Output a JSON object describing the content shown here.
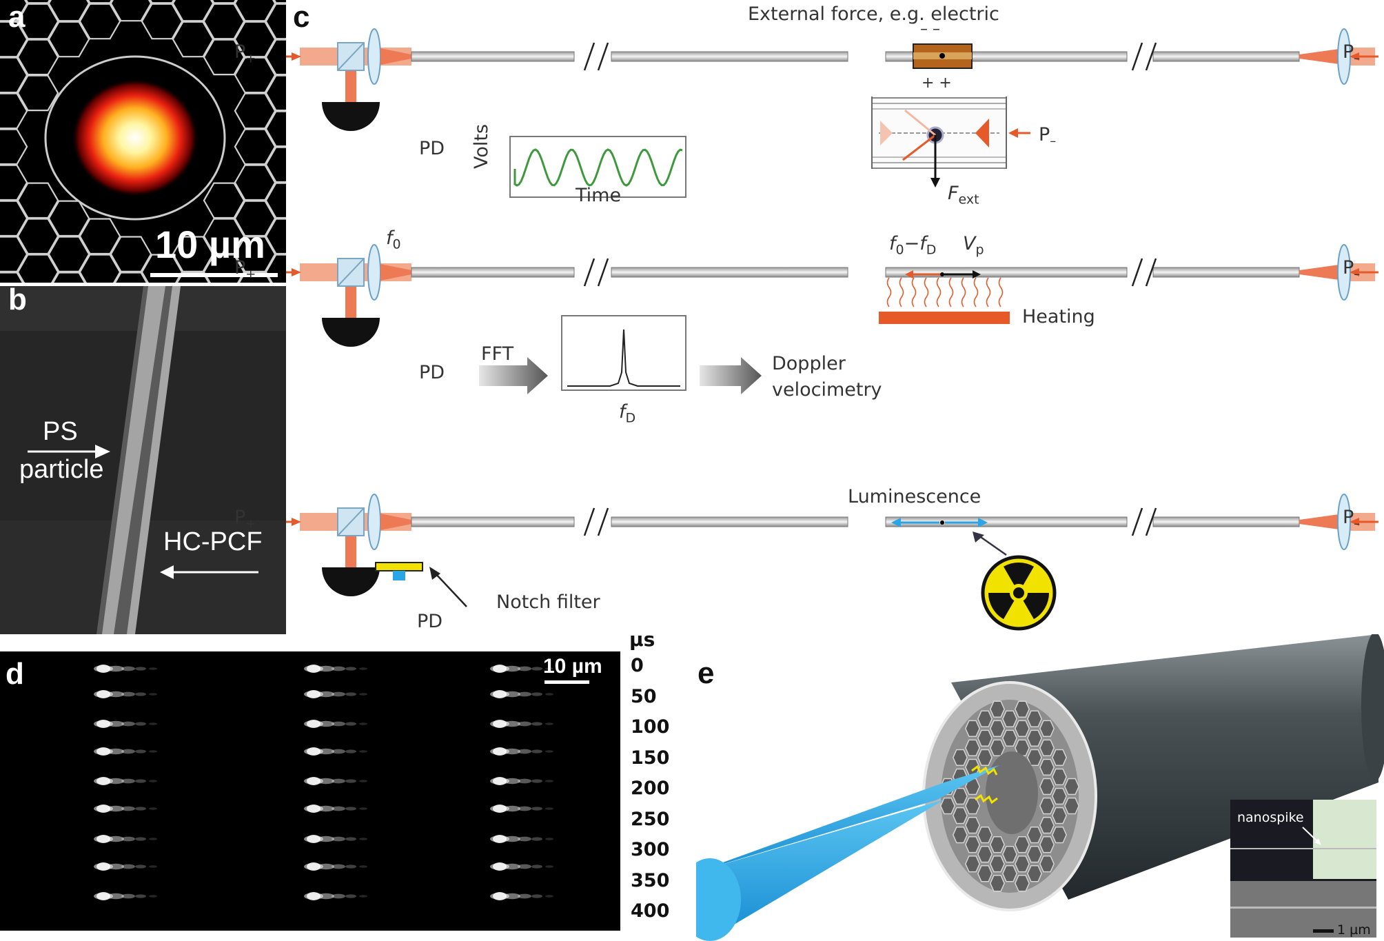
{
  "panels": {
    "a": {
      "letter": "a",
      "scale_label": "10 µm"
    },
    "b": {
      "letter": "b",
      "particle_label_1": "PS",
      "particle_label_2": "particle",
      "fiber_label": "HC-PCF"
    },
    "c": {
      "letter": "c",
      "p_plus": "P",
      "p_plus_sub": "+",
      "p_minus": "P",
      "p_minus_sub": "–",
      "row1": {
        "force_label": "External force, e.g. electric",
        "minus_signs": "–  –",
        "plus_signs": "+  +",
        "pd": "PD",
        "y_axis": "Volts",
        "x_axis": "Time",
        "fext": "F",
        "fext_sub": "ext"
      },
      "row2": {
        "f0": "f",
        "f0_sub": "0",
        "doppler_f": "f",
        "doppler_f_sub": "0",
        "doppler_minus": "−f",
        "doppler_fd_sub": "D",
        "vp": "V",
        "vp_sub": "p",
        "heating": "Heating",
        "pd": "PD",
        "fft": "FFT",
        "fd": "f",
        "fd_sub": "D",
        "doppler_1": "Doppler",
        "doppler_2": "velocimetry"
      },
      "row3": {
        "luminescence": "Luminescence",
        "pd": "PD",
        "notch": "Notch filter"
      }
    },
    "d": {
      "letter": "d",
      "unit": "µs",
      "scale_label": "10 µm",
      "times": [
        "0",
        "50",
        "100",
        "150",
        "200",
        "250",
        "300",
        "350",
        "400"
      ]
    },
    "e": {
      "letter": "e",
      "inset_label": "nanospike",
      "scale_label": "1 µm"
    }
  },
  "colors": {
    "beam": "#ee7a55",
    "accent": "#e65a2a",
    "fiber_blue": "#2aa6e6",
    "radiation_yellow": "#f2e200"
  }
}
